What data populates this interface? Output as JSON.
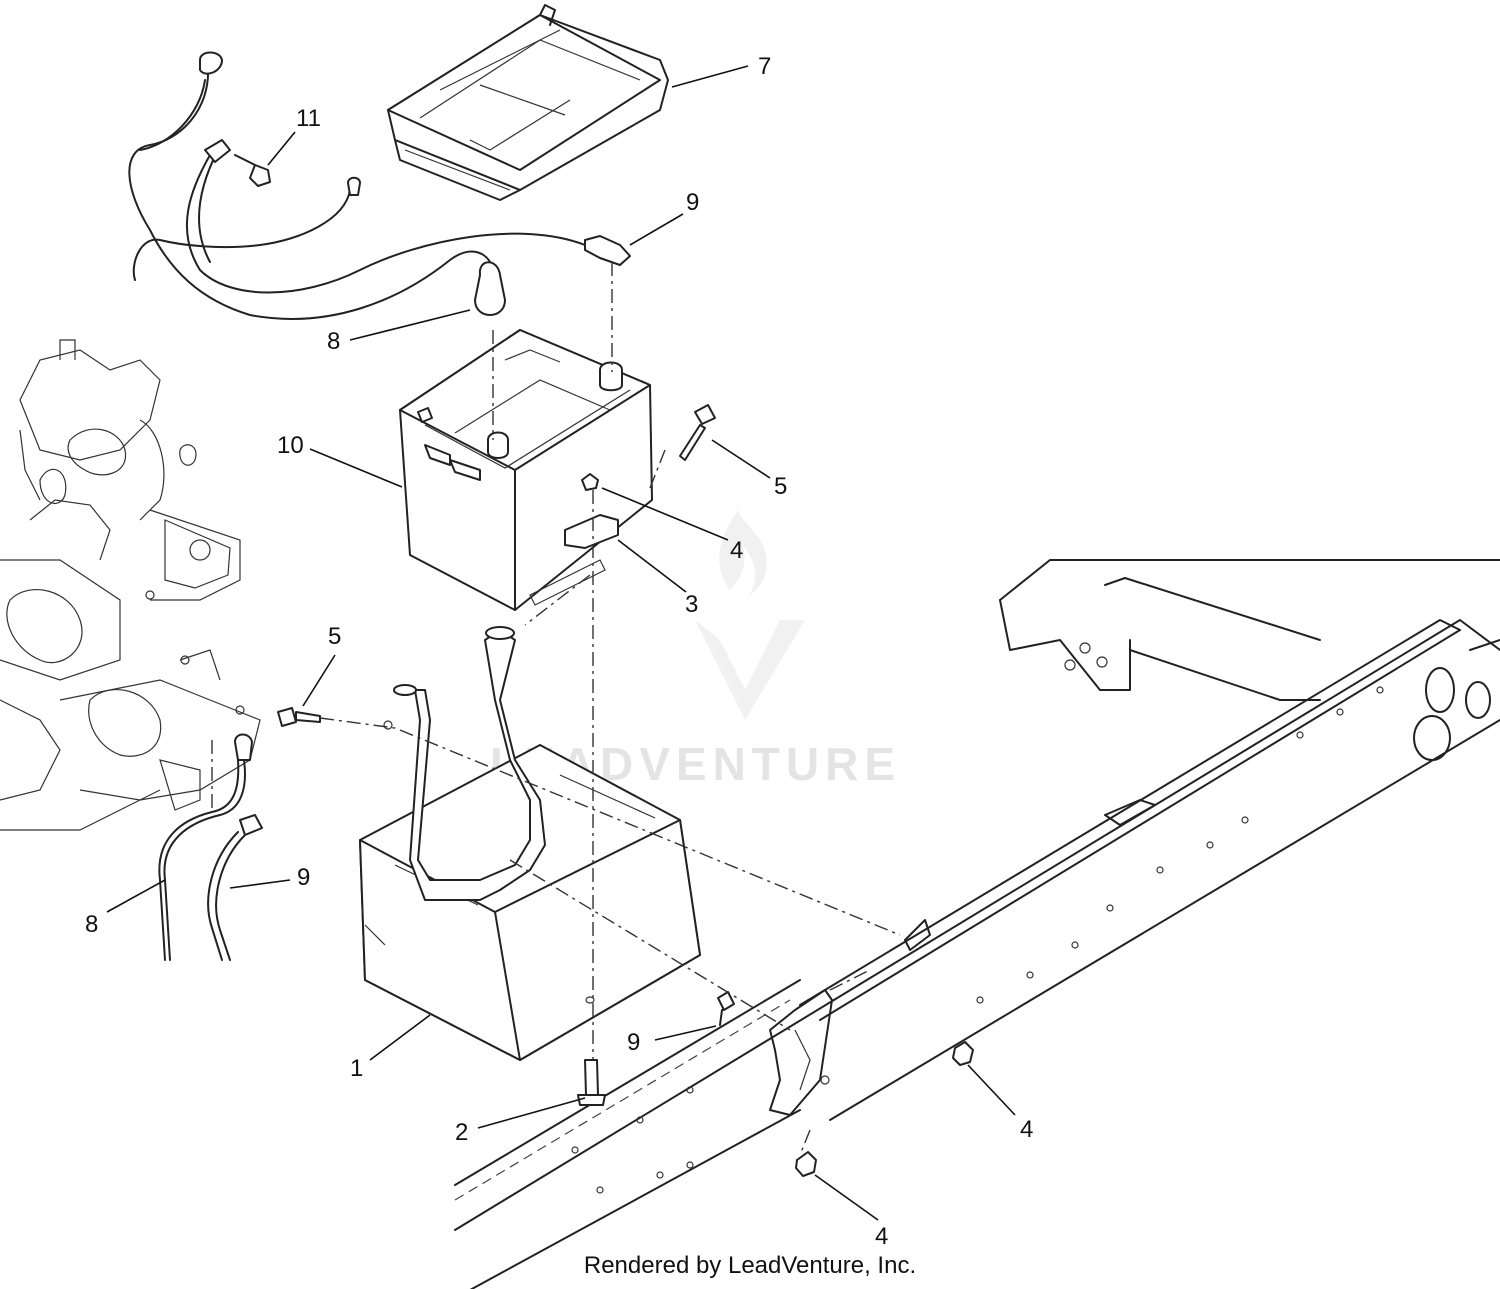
{
  "callouts": [
    "7",
    "11",
    "9",
    "8",
    "10",
    "5",
    "4",
    "3",
    "5",
    "9",
    "8",
    "1",
    "9",
    "2",
    "4",
    "4"
  ],
  "watermark": "LEADVENTURE",
  "footer": "Rendered by LeadVenture, Inc."
}
